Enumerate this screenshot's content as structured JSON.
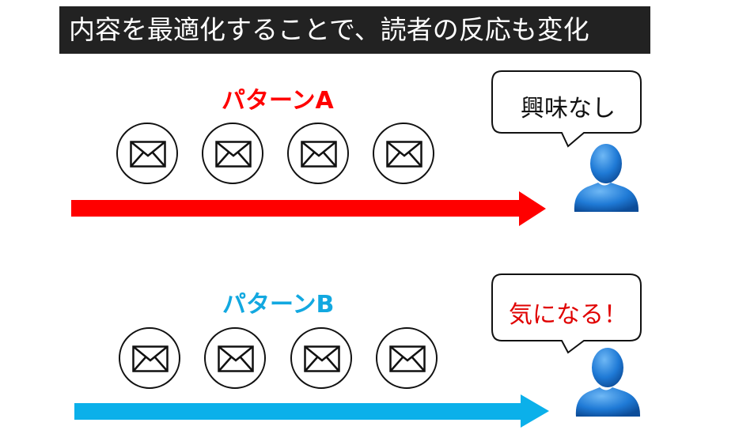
{
  "title": "内容を最適化することで、読者の反応も変化",
  "patterns": [
    {
      "label": "パターンA",
      "label_color": "#ff0000",
      "arrow_color": "#ff0000",
      "reaction": "興味なし",
      "reaction_color": "#111111"
    },
    {
      "label": "パターンB",
      "label_color": "#12a8e0",
      "arrow_color": "#0bb0ea",
      "reaction": "気になる！",
      "reaction_color": "#e00000"
    }
  ],
  "icons": {
    "mail": "mail-icon",
    "person": "person-icon",
    "count_per_pattern": 4
  },
  "colors": {
    "title_bg": "#222222",
    "title_text": "#ffffff",
    "person_blue": "#1a72c9"
  }
}
